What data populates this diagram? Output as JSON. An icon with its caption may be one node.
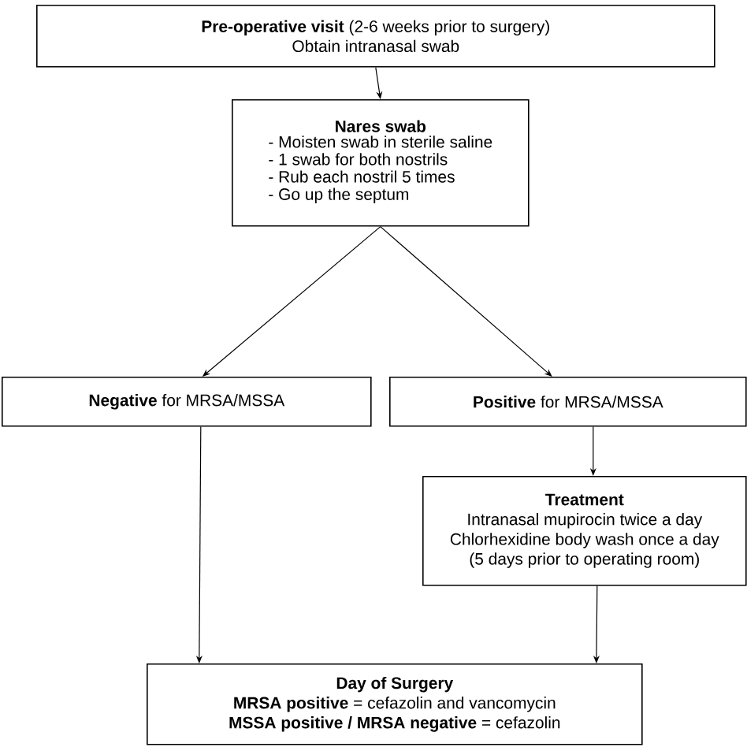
{
  "diagram": {
    "nodes": [
      {
        "text": [
          "**Pre-operative visit** (2-6 weeks prior to surgery)",
          "Obtain intranasal swab"
        ]
      },
      {
        "text": [
          "Nares swab",
          "- Moisten swab in sterile saline",
          "- 1 swab for both nostrils",
          "- Rub each nostril 5 times",
          "- Go up the septum"
        ]
      },
      {
        "text": [
          "**Negative** for MRSA/MSSA"
        ]
      },
      {
        "text": [
          "**Positive** for MRSA/MSSA"
        ]
      },
      {
        "text": [
          "Treatment",
          "Intranasal mupirocin twice a day",
          "Chlorhexidine body wash once a day",
          "(5 days prior to operating room)"
        ]
      },
      {
        "text": [
          "Day of Surgery",
          "**MRSA positive** = cefazolin and vancomycin",
          "**MSSA positive / MRSA negative** = cefazolin"
        ]
      }
    ],
    "edges": [
      {
        "from": 0,
        "to": 1,
        "arrow": "to"
      },
      {
        "from": 1,
        "to": 2,
        "arrow": "to"
      },
      {
        "from": 1,
        "to": 3,
        "arrow": "to"
      },
      {
        "from": 3,
        "to": 4,
        "arrow": "to"
      },
      {
        "from": 2,
        "to": 5,
        "arrow": "to"
      },
      {
        "from": 4,
        "to": 5,
        "arrow": "to"
      }
    ]
  }
}
